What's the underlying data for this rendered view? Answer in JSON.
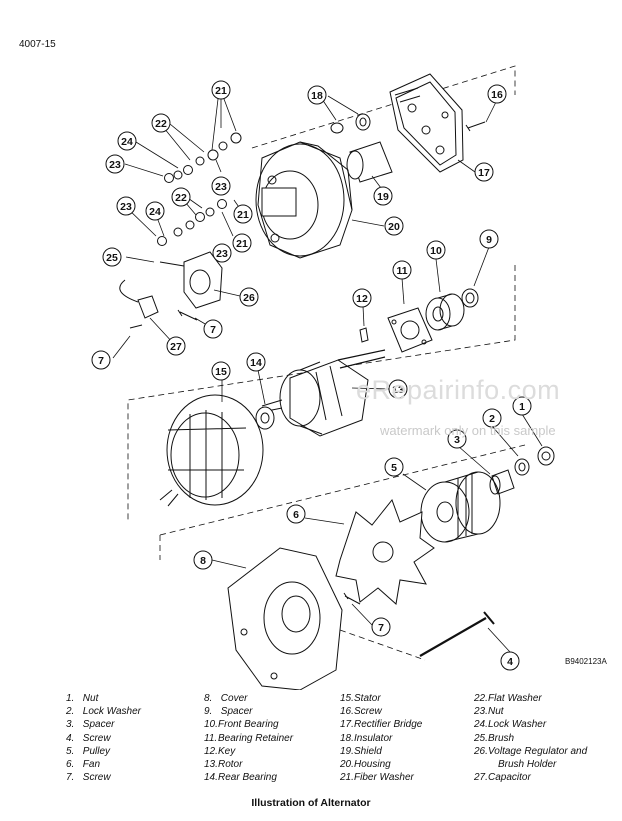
{
  "page_number": "4007-15",
  "figure_code": "B9402123A",
  "caption": "Illustration of Alternator",
  "watermark": {
    "logo": "eRepairinfo.com",
    "note": "watermark only on this sample"
  },
  "callouts": [
    "1",
    "2",
    "3",
    "4",
    "5",
    "6",
    "7",
    "8",
    "9",
    "10",
    "11",
    "12",
    "13",
    "14",
    "15",
    "16",
    "17",
    "18",
    "19",
    "20",
    "21",
    "22",
    "23",
    "24",
    "25",
    "26",
    "27"
  ],
  "legend": [
    {
      "num": "1.",
      "label": "Nut"
    },
    {
      "num": "2.",
      "label": "Lock Washer"
    },
    {
      "num": "3.",
      "label": "Spacer"
    },
    {
      "num": "4.",
      "label": "Screw"
    },
    {
      "num": "5.",
      "label": "Pulley"
    },
    {
      "num": "6.",
      "label": "Fan"
    },
    {
      "num": "7.",
      "label": "Screw"
    },
    {
      "num": "8.",
      "label": "Cover"
    },
    {
      "num": "9.",
      "label": "Spacer"
    },
    {
      "num": "10.",
      "label": "Front Bearing"
    },
    {
      "num": "11.",
      "label": "Bearing Retainer"
    },
    {
      "num": "12.",
      "label": "Key"
    },
    {
      "num": "13.",
      "label": "Rotor"
    },
    {
      "num": "14.",
      "label": "Rear Bearing"
    },
    {
      "num": "15.",
      "label": "Stator"
    },
    {
      "num": "16.",
      "label": "Screw"
    },
    {
      "num": "17.",
      "label": "Rectifier Bridge"
    },
    {
      "num": "18.",
      "label": "Insulator"
    },
    {
      "num": "19.",
      "label": "Shield"
    },
    {
      "num": "20.",
      "label": "Housing"
    },
    {
      "num": "21.",
      "label": "Fiber Washer"
    },
    {
      "num": "22.",
      "label": "Flat Washer"
    },
    {
      "num": "23.",
      "label": "Nut"
    },
    {
      "num": "24.",
      "label": "Lock Washer"
    },
    {
      "num": "25.",
      "label": "Brush"
    },
    {
      "num": "26.",
      "label": "Voltage Regulator and"
    },
    {
      "num": "",
      "label": "Brush Holder"
    },
    {
      "num": "27.",
      "label": "Capacitor"
    }
  ]
}
